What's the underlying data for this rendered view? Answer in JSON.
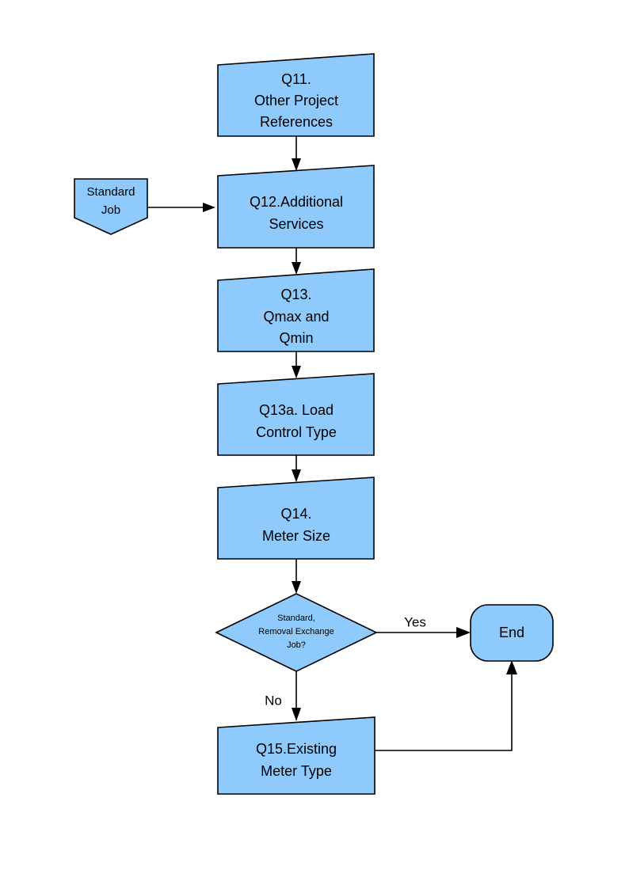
{
  "diagram": {
    "type": "flowchart",
    "title": "",
    "background_color": "#ffffff",
    "node_fill_color": "#8ecbfc",
    "node_stroke_color": "#000000",
    "nodes": [
      {
        "id": "q11",
        "shape": "document-card",
        "lines": [
          "Q11.",
          "Other Project",
          "References"
        ]
      },
      {
        "id": "standard-job",
        "shape": "pentagon-notched",
        "lines": [
          "Standard",
          "Job"
        ]
      },
      {
        "id": "q12",
        "shape": "document-card",
        "lines": [
          "Q12.Additional",
          "Services"
        ]
      },
      {
        "id": "q13",
        "shape": "document-card",
        "lines": [
          "Q13.",
          "Qmax and",
          "Qmin"
        ]
      },
      {
        "id": "q13a",
        "shape": "document-card",
        "lines": [
          "Q13a. Load",
          "Control Type"
        ]
      },
      {
        "id": "q14",
        "shape": "document-card",
        "lines": [
          "Q14.",
          "Meter Size"
        ]
      },
      {
        "id": "decision",
        "shape": "diamond",
        "lines": [
          "Standard,",
          "Removal Exchange",
          "Job?"
        ]
      },
      {
        "id": "end",
        "shape": "rounded-rect",
        "lines": [
          "End"
        ]
      },
      {
        "id": "q15",
        "shape": "document-card",
        "lines": [
          "Q15.Existing",
          "Meter Type"
        ]
      }
    ],
    "edges": [
      {
        "id": "q11-q12",
        "from": "q11",
        "to": "q12",
        "label": ""
      },
      {
        "id": "standardjob-q12",
        "from": "standard-job",
        "to": "q12",
        "label": ""
      },
      {
        "id": "q12-q13",
        "from": "q12",
        "to": "q13",
        "label": ""
      },
      {
        "id": "q13-q13a",
        "from": "q13",
        "to": "q13a",
        "label": ""
      },
      {
        "id": "q13a-q14",
        "from": "q13a",
        "to": "q14",
        "label": ""
      },
      {
        "id": "q14-decision",
        "from": "q14",
        "to": "decision",
        "label": ""
      },
      {
        "id": "decision-end",
        "from": "decision",
        "to": "end",
        "label": "Yes"
      },
      {
        "id": "decision-q15",
        "from": "decision",
        "to": "q15",
        "label": "No"
      },
      {
        "id": "q15-end",
        "from": "q15",
        "to": "end",
        "label": ""
      }
    ]
  }
}
